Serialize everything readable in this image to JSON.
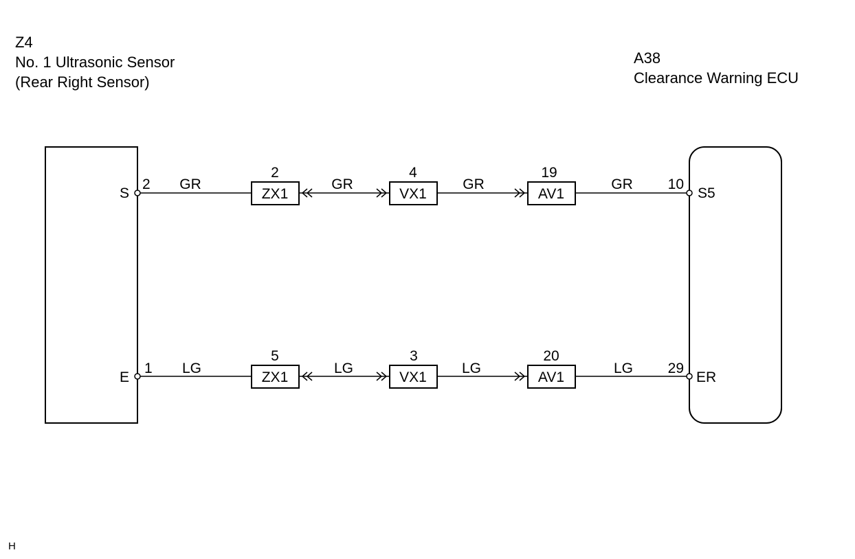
{
  "left_component": {
    "code": "Z4",
    "name": "No. 1 Ultrasonic Sensor",
    "detail": "(Rear Right Sensor)"
  },
  "right_component": {
    "code": "A38",
    "name": "Clearance Warning ECU"
  },
  "circuits": [
    {
      "left_terminal": "S",
      "left_pin": "2",
      "right_terminal": "S5",
      "right_pin": "10",
      "segments": [
        "GR",
        "GR",
        "GR",
        "GR"
      ],
      "connectors": [
        {
          "name": "ZX1",
          "pin": "2"
        },
        {
          "name": "VX1",
          "pin": "4"
        },
        {
          "name": "AV1",
          "pin": "19"
        }
      ]
    },
    {
      "left_terminal": "E",
      "left_pin": "1",
      "right_terminal": "ER",
      "right_pin": "29",
      "segments": [
        "LG",
        "LG",
        "LG",
        "LG"
      ],
      "connectors": [
        {
          "name": "ZX1",
          "pin": "5"
        },
        {
          "name": "VX1",
          "pin": "3"
        },
        {
          "name": "AV1",
          "pin": "20"
        }
      ]
    }
  ],
  "footer_mark": "H"
}
